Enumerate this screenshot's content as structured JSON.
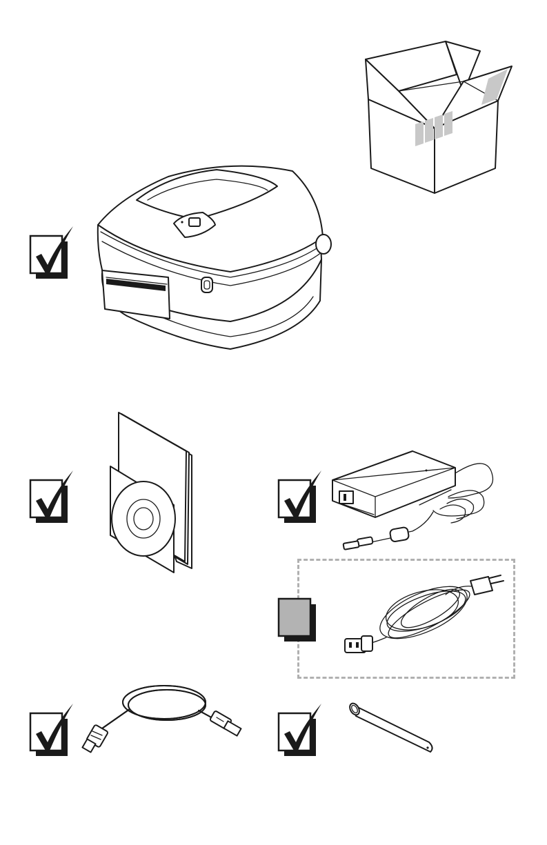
{
  "colors": {
    "line": "#1a1a1a",
    "box_label": "#c8c8c8",
    "optional_fill": "#b3b3b3",
    "optional_border": "#b0b0b0"
  },
  "icons": {
    "included": "checkmark-box-icon",
    "optional": "gray-box-icon"
  },
  "items": [
    {
      "id": "shipping-box",
      "checked": null
    },
    {
      "id": "printer",
      "checked": true
    },
    {
      "id": "documentation-cd",
      "checked": true
    },
    {
      "id": "power-supply",
      "checked": true
    },
    {
      "id": "power-cord",
      "checked": false
    },
    {
      "id": "usb-cable",
      "checked": true
    },
    {
      "id": "spindle",
      "checked": true
    }
  ]
}
